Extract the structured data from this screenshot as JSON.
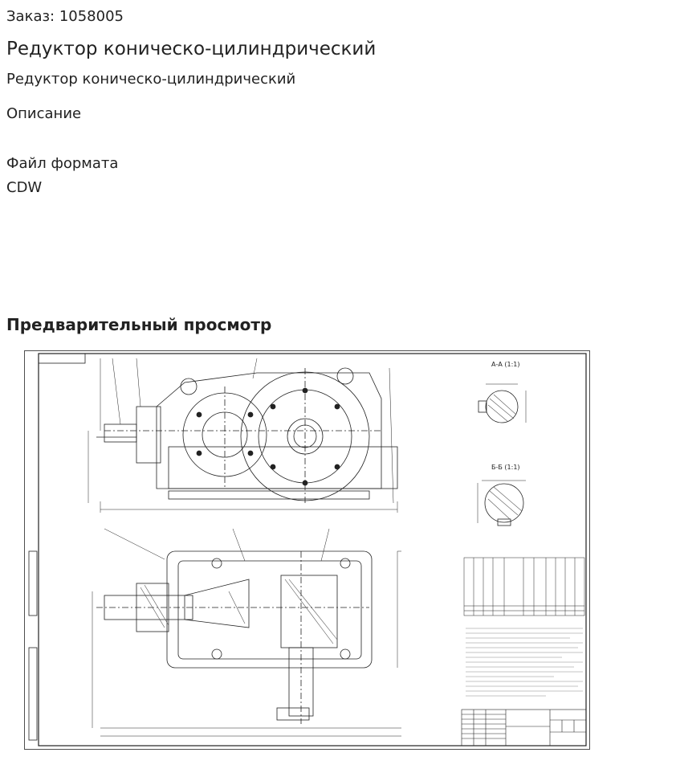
{
  "order": {
    "label": "Заказ: 1058005"
  },
  "product": {
    "title": "Редуктор коническо-цилиндрический",
    "subtitle": "Редуктор коническо-цилиндрический"
  },
  "description": {
    "label": "Описание"
  },
  "file": {
    "label": "Файл формата",
    "value": "CDW"
  },
  "preview": {
    "heading": "Предварительный просмотр"
  },
  "drawing": {
    "section_aa": "А-А (1:1)",
    "section_bb": "Б-Б (1:1)"
  }
}
